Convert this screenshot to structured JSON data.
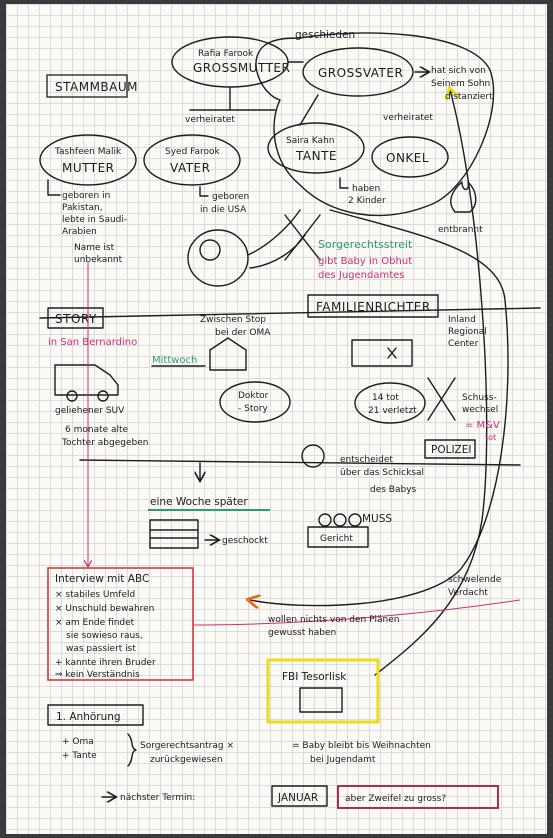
{
  "title": "STAMMBAUM",
  "nodes": {
    "grandmother": {
      "name": "Rafia Farook",
      "role": "GROSSMUTTER"
    },
    "grandfather": {
      "role": "GROSSVATER"
    },
    "mother": {
      "name": "Tashfeen Malik",
      "role": "MUTTER"
    },
    "father": {
      "name": "Syed Farook",
      "role": "VATER"
    },
    "aunt": {
      "name": "Saira Kahn",
      "role": "TANTE"
    },
    "uncle": {
      "role": "ONKEL"
    },
    "judge": "FAMILIENRICHTER",
    "police": "POLIZEI",
    "court": "Gericht",
    "fbi": "FBI Tesorlisk",
    "hearing": "1. Anhörung",
    "next_date": "JANUAR"
  },
  "labels": {
    "divorced": "geschieden",
    "distanced": [
      "hat sich von",
      "Seinem Sohn",
      "distanziert"
    ],
    "married_left": "verheiratet",
    "married_right": "verheiratet",
    "mother_info": [
      "geboren in",
      "Pakistan,",
      "lebte in Saudi-",
      "Arabien",
      "Name ist",
      "unbekannt"
    ],
    "father_info": [
      "geboren",
      "in die USA"
    ],
    "uncle_info": [
      "haben",
      "2 Kinder"
    ],
    "burnt": "entbrannt",
    "custody_dispute": "Sorgerechtsstreit",
    "custody_detail": [
      "gibt Baby in Obhut",
      "des Jugendamtes"
    ],
    "story": "STORY",
    "location": "in San Bernardino",
    "stop": [
      "Zwischen Stop",
      "bei der OMA"
    ],
    "wednesday": "Mittwoch",
    "rented_suv": "geliehener SUV",
    "doctor_story": [
      "Doktor",
      "- Story"
    ],
    "baby_left": [
      "6 monate alte",
      "Tochter abgegeben"
    ],
    "center": [
      "Inland",
      "Regional",
      "Center"
    ],
    "victims": [
      "14 tot",
      "21 verletzt"
    ],
    "shootout": [
      "Schuss-",
      "wechsel"
    ],
    "shootout_result": "= M&V",
    "dead": "tot",
    "decides": [
      "entscheidet",
      "über das Schicksal",
      "des Babys"
    ],
    "week_later": "eine Woche später",
    "must": "MUSS",
    "shocked": "geschockt",
    "smoldering": [
      "schwelende",
      "Verdacht"
    ],
    "interview_title": "Interview mit ABC",
    "interview_items": [
      "× stabiles Umfeld",
      "× Unschuld bewahren",
      "× am Ende findet",
      "sie sowieso raus,",
      "was passiert ist",
      "+ kannte ihren Bruder",
      "⇒ kein Verständnis"
    ],
    "no_knowledge": [
      "wollen nichts von den Plänen",
      "gewusst haben"
    ],
    "parties": [
      "+ Oma",
      "+ Tante"
    ],
    "motion": [
      "Sorgerechtsantrag ×",
      "zurückgewiesen"
    ],
    "result": [
      "= Baby bleibt bis Weihnachten",
      "bei Jugendamt"
    ],
    "next_term": "nächster Termin:",
    "doubt": "aber Zweifel zu gross?"
  },
  "colors": {
    "ink": "#1d1d1d",
    "orange": "#f06a1d",
    "yellow": "#e9dc1c",
    "green": "#2e9e6a",
    "pink": "#cf2f6a",
    "red": "#d3393d"
  }
}
